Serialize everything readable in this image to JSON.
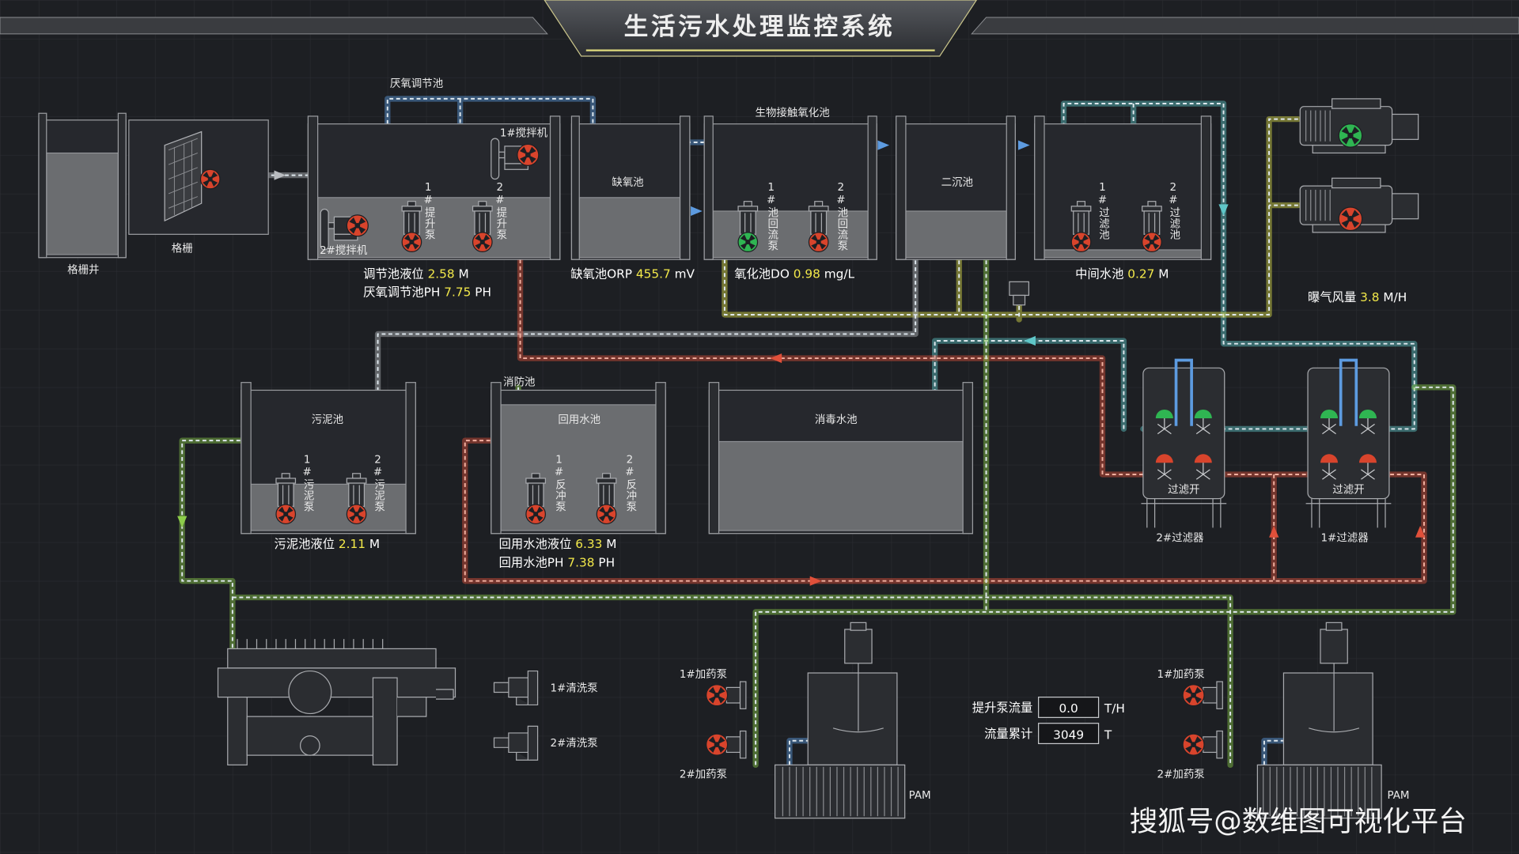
{
  "title": "生活污水处理监控系统",
  "colors": {
    "background": "#1d1f23",
    "value": "#f3e94a",
    "pipe_blue": "#5d9be0",
    "pipe_teal": "#5fc6c8",
    "pipe_yellow": "#dfe04a",
    "pipe_green": "#8ccc4a",
    "pipe_red": "#e0503a",
    "pipe_grey": "#b8bbbf",
    "pump_running": "#2fb552",
    "pump_stopped": "#d8442c"
  },
  "tanks": {
    "grille_well": "格栅井",
    "grille": "格栅",
    "anaerobic": "厌氧调节池",
    "anoxic": "缺氧池",
    "bio_oxidation": "生物接触氧化池",
    "secondary": "二沉池",
    "intermediate": "中间水池",
    "sludge": "污泥池",
    "fire": "消防池",
    "reuse": "回用水池",
    "disinfect": "消毒水池"
  },
  "equipment": {
    "mixer1": "1#搅拌机",
    "mixer2": "2#搅拌机",
    "filter_open_a": "过滤开",
    "filter_open_b": "过滤开",
    "filter2": "2#过滤器",
    "filter1": "1#过滤器",
    "wash_pump1": "1#清洗泵",
    "wash_pump2": "2#清洗泵",
    "dose_pump1_left": "1#加药泵",
    "dose_pump2_left": "2#加药泵",
    "dose_pump1_right": "1#加药泵",
    "dose_pump2_right": "2#加药泵",
    "pam_left": "PAM",
    "pam_right": "PAM"
  },
  "pumps": [
    {
      "id": "lift1",
      "label": "1#提升泵",
      "state": "stopped"
    },
    {
      "id": "lift2",
      "label": "2#提升泵",
      "state": "stopped"
    },
    {
      "id": "return1",
      "label": "1#池回流泵",
      "state": "running"
    },
    {
      "id": "return2",
      "label": "2#池回流泵",
      "state": "stopped"
    },
    {
      "id": "filter1",
      "label": "1#过滤池",
      "state": "stopped"
    },
    {
      "id": "filter2",
      "label": "2#过滤池",
      "state": "stopped"
    },
    {
      "id": "sludge1",
      "label": "1#污泥泵",
      "state": "stopped"
    },
    {
      "id": "sludge2",
      "label": "2#污泥泵",
      "state": "stopped"
    },
    {
      "id": "backwash1",
      "label": "1#反冲泵",
      "state": "stopped"
    },
    {
      "id": "backwash2",
      "label": "2#反冲泵",
      "state": "stopped"
    }
  ],
  "blowers": [
    {
      "state": "running"
    },
    {
      "state": "stopped"
    }
  ],
  "readings": {
    "reg_level": {
      "label": "调节池液位",
      "value": "2.58",
      "unit": "M"
    },
    "anaerobic_ph": {
      "label": "厌氧调节池PH",
      "value": "7.75",
      "unit": "PH"
    },
    "anoxic_orp": {
      "label": "缺氧池ORP",
      "value": "455.7",
      "unit": "mV"
    },
    "oxidation_do": {
      "label": "氧化池DO",
      "value": "0.98",
      "unit": "mg/L"
    },
    "intermediate_level": {
      "label": "中间水池",
      "value": "0.27",
      "unit": "M"
    },
    "aeration": {
      "label": "曝气风量",
      "value": "3.8",
      "unit": "M/H"
    },
    "sludge_level": {
      "label": "污泥池液位",
      "value": "2.11",
      "unit": "M"
    },
    "reuse_level": {
      "label": "回用水池液位",
      "value": "6.33",
      "unit": "M"
    },
    "reuse_ph": {
      "label": "回用水池PH",
      "value": "7.38",
      "unit": "PH"
    }
  },
  "flow": {
    "lift_flow_label": "提升泵流量",
    "lift_flow_value": "0.0",
    "lift_flow_unit": "T/H",
    "total_label": "流量累计",
    "total_value": "3049",
    "total_unit": "T"
  },
  "watermark": "搜狐号@数维图可视化平台"
}
